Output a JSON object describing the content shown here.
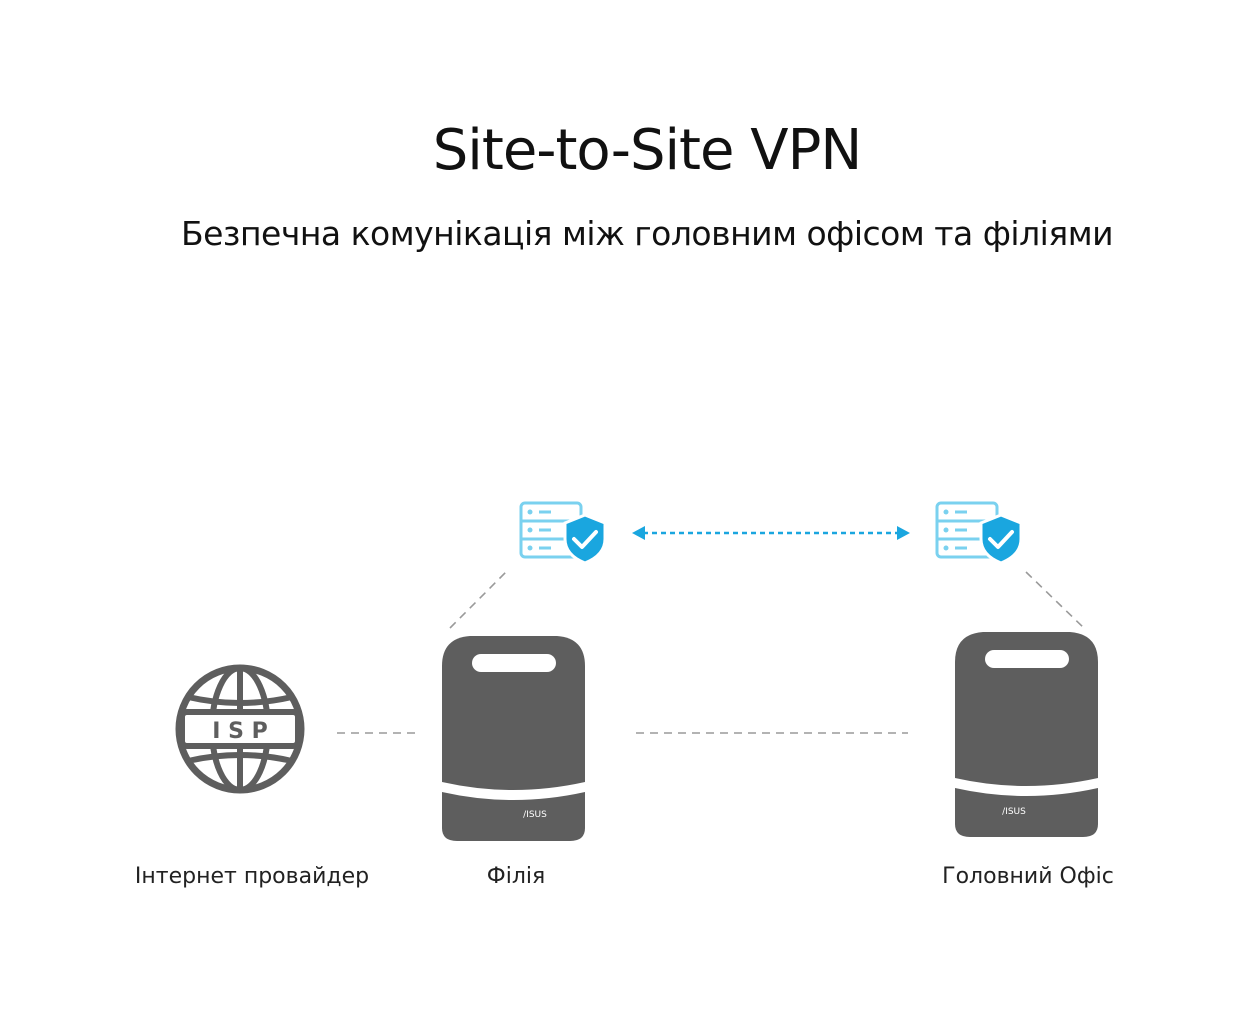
{
  "title": "Site-to-Site VPN",
  "subtitle": "Безпечна комунікація між головним офісом та філіями",
  "nodes": {
    "isp": {
      "label": "Інтернет провайдер",
      "badge": "I S P"
    },
    "branch": {
      "label": "Філія",
      "brand": "/ISUS"
    },
    "hq": {
      "label": "Головний Офіс",
      "brand": "/ISUS"
    }
  },
  "colors": {
    "text": "#111111",
    "device": "#5e5e5e",
    "accent": "#1aa6df",
    "accent_light": "#7ad1ef",
    "dash": "#9a9a9a"
  },
  "icons": [
    "globe-icon",
    "router-icon",
    "secure-server-icon",
    "double-arrow-icon"
  ]
}
